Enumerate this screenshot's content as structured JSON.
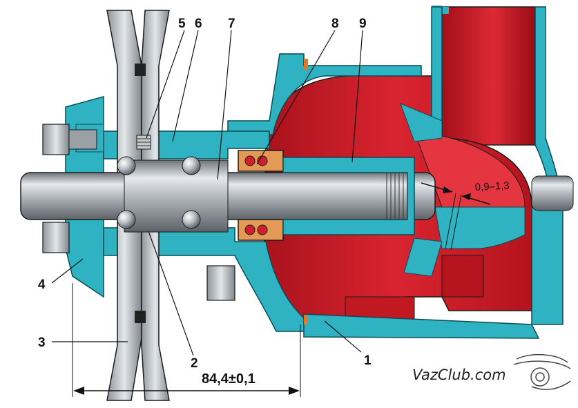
{
  "diagram": {
    "callouts": [
      {
        "id": "1",
        "label": "1"
      },
      {
        "id": "2",
        "label": "2"
      },
      {
        "id": "3",
        "label": "3"
      },
      {
        "id": "4",
        "label": "4"
      },
      {
        "id": "5",
        "label": "5"
      },
      {
        "id": "6",
        "label": "6"
      },
      {
        "id": "7",
        "label": "7"
      },
      {
        "id": "8",
        "label": "8"
      },
      {
        "id": "9",
        "label": "9"
      }
    ],
    "overall_dimension": "84,4±0,1",
    "gap_dimension": "0,9–1,3"
  },
  "watermark": {
    "text": "VazClub.com"
  },
  "colors": {
    "housing": "#2fb3c2",
    "housing_dark": "#0c4a54",
    "impeller": "#d0202c",
    "impeller_dark": "#8e0d16",
    "shaft": "#b9bec4",
    "outline": "#1a1a1a"
  }
}
